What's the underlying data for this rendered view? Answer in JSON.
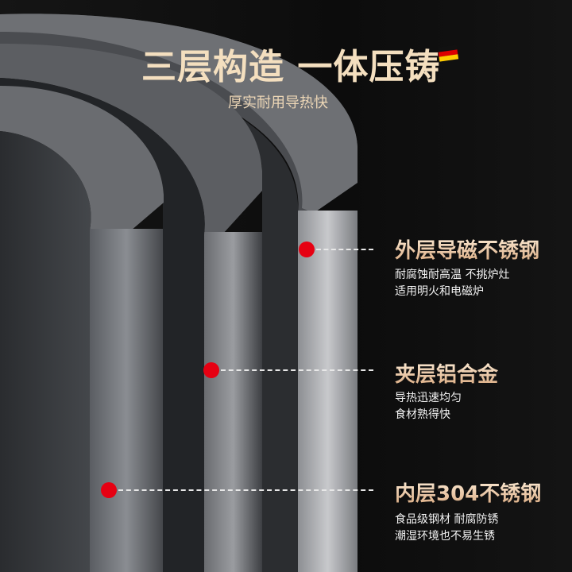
{
  "header": {
    "title": "三层构造 一体压铸",
    "subtitle": "厚实耐用导热快",
    "flag_icon": "germany-flag-icon"
  },
  "colors": {
    "accent_dot": "#e60012",
    "title": "#f4dfbf"
  },
  "layers": [
    {
      "name": "外层导磁不锈钢",
      "lines": [
        "耐腐蚀耐高温 不挑炉灶",
        "适用明火和电磁炉"
      ]
    },
    {
      "name": "夹层铝合金",
      "lines": [
        "导热迅速均匀",
        "食材熟得快"
      ]
    },
    {
      "name": "内层304不锈钢",
      "lines": [
        "食品级钢材 耐腐防锈",
        "潮湿环境也不易生锈"
      ]
    }
  ]
}
